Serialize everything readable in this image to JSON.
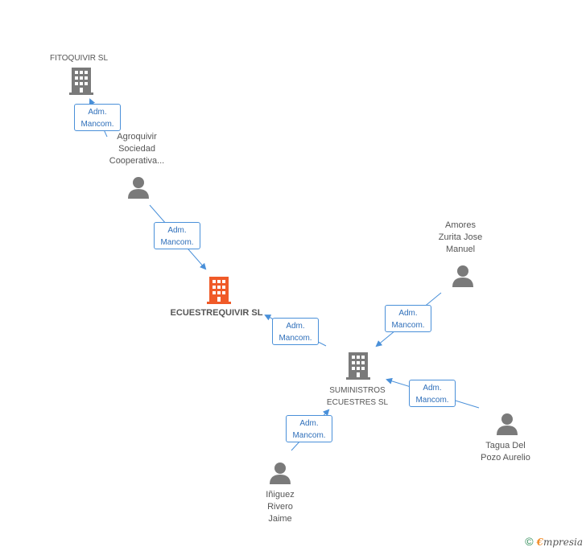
{
  "nodes": {
    "fitoquivir": "FITOQUIVIR SL",
    "agroquivir": [
      "Agroquivir",
      "Sociedad",
      "Cooperativa..."
    ],
    "ecuestrequivir": "ECUESTREQUIVIR SL",
    "amores": [
      "Amores",
      "Zurita Jose",
      "Manuel"
    ],
    "suministros": [
      "SUMINISTROS",
      "ECUESTRES SL"
    ],
    "tagua": [
      "Tagua Del",
      "Pozo Aurelio"
    ],
    "iniguez": [
      "Iñiguez",
      "Rivero",
      "Jaime"
    ]
  },
  "edge_label": [
    "Adm.",
    "Mancom."
  ],
  "footer": {
    "copyright": "©",
    "brand_initial": "€",
    "brand_rest": "mpresia"
  },
  "colors": {
    "main_company": "#f05a28",
    "company": "#7a7a7a",
    "person": "#7a7a7a",
    "edge": "#4a90d9"
  }
}
